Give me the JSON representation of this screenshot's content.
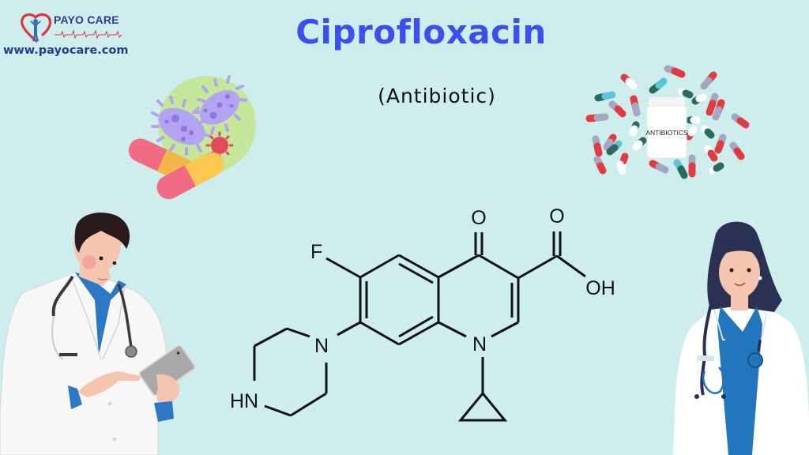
{
  "brand": {
    "name": "PAYO CARE",
    "url": "www.payocare.com",
    "logo_icon": "heart-person-icon",
    "colors": {
      "heart": "#e0353f",
      "person": "#2f6fb7",
      "text": "#2b3a9b",
      "ecg": "#e0353f"
    }
  },
  "header": {
    "title": "Ciprofloxacin",
    "subtitle": "(Antibiotic)",
    "title_color": "#3d4ef0"
  },
  "illustrations": {
    "bacteria_pills": {
      "icon": "bacteria-capsules-icon",
      "circle_color": "#c4e79a",
      "bacteria_color": "#b2a4f0",
      "virus_color": "#e04b5a"
    },
    "pill_bottle": {
      "icon": "antibiotics-bottle-icon",
      "label": "ANTIBIOTICS"
    },
    "doctor_male": {
      "icon": "male-doctor-tablet-icon"
    },
    "doctor_female": {
      "icon": "female-doctor-icon"
    }
  },
  "molecule": {
    "name": "Ciprofloxacin",
    "atoms": {
      "fluorine": "F",
      "carbonyl_oxygen": "O",
      "acid_oxygen": "O",
      "hydroxyl": "OH",
      "ring_nitrogen": "N",
      "piperazine_nitrogen": "N",
      "piperazine_nh": "HN"
    }
  },
  "colors": {
    "background": "#cdeeed",
    "bond": "#111111"
  }
}
